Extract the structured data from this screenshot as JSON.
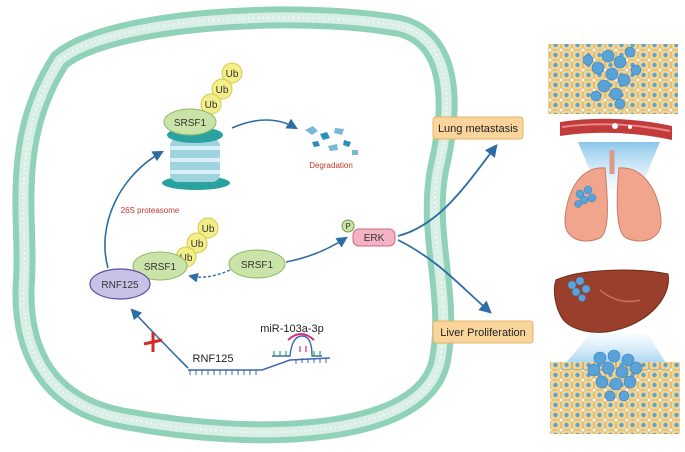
{
  "labels": {
    "ub_top_1": "Ub",
    "ub_top_2": "Ub",
    "ub_top_3": "Ub",
    "srsf1_top": "SRSF1",
    "degradation": "Degradation",
    "proteasome": "26S proteasome",
    "ub_mid_1": "Ub",
    "ub_mid_2": "Ub",
    "ub_mid_3": "Ub",
    "srsf1_bound": "SRSF1",
    "rnf125_protein": "RNF125",
    "srsf1_free": "SRSF1",
    "phospho": "P",
    "erk": "ERK",
    "mirna": "miR-103a-3p",
    "rnf125_mrna": "RNF125",
    "lung": "Lung metastasis",
    "liver": "Liver Proliferation"
  },
  "colors": {
    "membrane_head": "#8fd2b8",
    "membrane_tail": "#d9efe6",
    "arrow": "#2e6da4",
    "ub_fill": "#f2ee8a",
    "srsf1_fill": "#c9e3a8",
    "rnf125_fill": "#c8c2e6",
    "erk_fill": "#f4b3c4",
    "outcome_fill": "#f9d59c",
    "degradation_text": "#c0392b",
    "inhibit": "#d62828"
  },
  "icons": {
    "proteasome": "proteasome-icon",
    "fragments": "degradation-fragments-icon",
    "mrna": "mrna-strand-icon",
    "mirna_hairpin": "mirna-hairpin-icon",
    "inhibit": "inhibit-cross-icon",
    "lung_tissue": "lung-tissue-icon",
    "lungs": "lungs-icon",
    "liver": "liver-icon",
    "liver_tissue": "liver-tissue-icon"
  }
}
